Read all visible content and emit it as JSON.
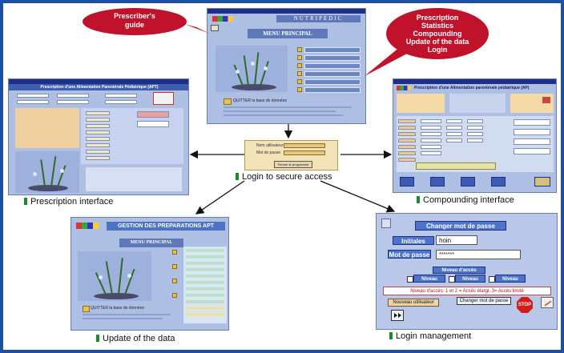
{
  "callouts": {
    "prescribers_guide": "Prescriber's guide",
    "menu_functions": [
      "Prescription",
      "Statistics",
      "Compounding",
      "Update of the data",
      "Login"
    ]
  },
  "main_menu": {
    "app_name": "NUTRIPEDIC",
    "menu_title": "MENU PRINCIPAL",
    "quit_label": "QUITTER la base de données"
  },
  "login_box": {
    "user_label": "Nom utilisateur",
    "password_label": "Mot de passe",
    "close_label": "Fermer le programme"
  },
  "prescription_screen": {
    "title": "Prescription d'une Alimentation Parentérale Pédiatrique (APT)"
  },
  "compounding_screen": {
    "title": "Prescription d'une Alimentation parentérale pédiatrique (AP)"
  },
  "update_screen": {
    "title": "GESTION DES PREPARATIONS APT",
    "menu_title": "MENU PRINCIPAL",
    "quit_label": "QUITTER la base de données"
  },
  "login_mgmt": {
    "change_pw_title": "Changer mot de passe",
    "initials_label": "Initiales",
    "initials_value": "hoin",
    "password_label": "Mot de passe",
    "password_value": "*******",
    "access_level_label": "Niveau d'accès",
    "level_buttons": [
      "Niveau",
      "Niveau",
      "Niveau"
    ],
    "level_note": "Niveau d'accès: 1 et 2 = Accès élargi, 3= Accès limité",
    "new_user_label": "Nouveau utilisateur",
    "change_pw_button": "Changer mot de passe",
    "stop_label": "STOP"
  },
  "captions": {
    "login": "Login to secure access",
    "prescription": "Prescription interface",
    "compounding": "Compounding interface",
    "update": "Update of the data",
    "login_mgmt": "Login management"
  },
  "colors": {
    "frame": "#1f4fa0",
    "callout": "#c0122b",
    "caption_marker": "#1d8a2a",
    "screen_bg": "#aebfe4"
  }
}
